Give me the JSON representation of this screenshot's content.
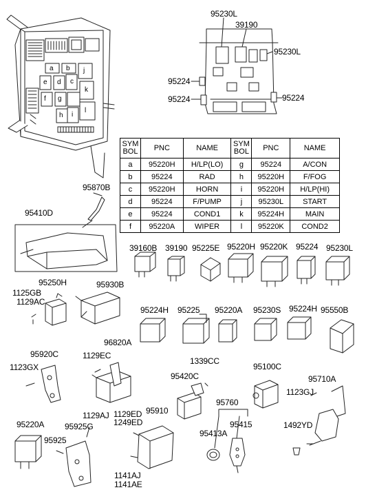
{
  "labels": {
    "p95230L_top": "95230L",
    "p39190_top": "39190",
    "p95230L_right": "95230L",
    "p95224_a": "95224",
    "p95224_b": "95224",
    "p95224_c": "95224",
    "p95870B": "95870B",
    "p95410D": "95410D",
    "p39160B": "39160B",
    "p39190": "39190",
    "p95225E": "95225E",
    "p95220H": "95220H",
    "p95220K": "95220K",
    "p95224": "95224",
    "p95230L": "95230L",
    "p95250H": "95250H",
    "p1125GB": "1125GB",
    "p1129AC": "1129AC",
    "p95930B": "95930B",
    "p95224H_a": "95224H",
    "p95225": "95225",
    "p95220A_a": "95220A",
    "p95230S": "95230S",
    "p95224H_b": "95224H",
    "p95550B": "95550B",
    "p95920C": "95920C",
    "p1123GX": "1123GX",
    "p96820A": "96820A",
    "p1129EC": "1129EC",
    "p1339CC": "1339CC",
    "p95100C": "95100C",
    "p95710A": "95710A",
    "p95420C": "95420C",
    "p1123GJ": "1123GJ",
    "p95760": "95760",
    "p95220A_b": "95220A",
    "p1129AJ": "1129AJ",
    "p1129ED": "1129ED",
    "p1249ED": "1249ED",
    "p95910": "95910",
    "p95413A": "95413A",
    "p95415": "95415",
    "p1492YD": "1492YD",
    "p95925G": "95925G",
    "p95925": "95925",
    "p1141AJ": "1141AJ",
    "p1141AE": "1141AE"
  },
  "fuse_box_letters": [
    "a",
    "b",
    "c",
    "d",
    "e",
    "f",
    "g",
    "h",
    "i",
    "j",
    "k",
    "l"
  ],
  "table": {
    "headers": [
      "SYM BOL",
      "PNC",
      "NAME",
      "SYM BOL",
      "PNC",
      "NAME"
    ],
    "rows": [
      [
        "a",
        "95220H",
        "H/LP(LO)",
        "g",
        "95224",
        "A/CON"
      ],
      [
        "b",
        "95224",
        "RAD",
        "h",
        "95220H",
        "F/FOG"
      ],
      [
        "c",
        "95220H",
        "HORN",
        "i",
        "95220H",
        "H/LP(HI)"
      ],
      [
        "d",
        "95224",
        "F/PUMP",
        "j",
        "95230L",
        "START"
      ],
      [
        "e",
        "95224",
        "COND1",
        "k",
        "95224H",
        "MAIN"
      ],
      [
        "f",
        "95220A",
        "WIPER",
        "l",
        "95220K",
        "COND2"
      ]
    ]
  }
}
